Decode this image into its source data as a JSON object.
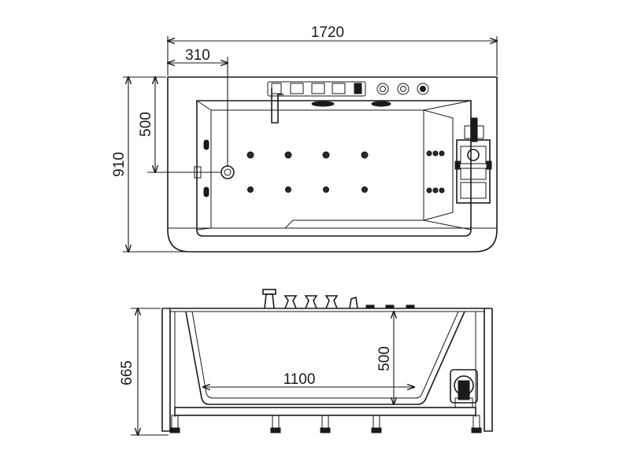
{
  "dimensions": {
    "overall_length": "1720",
    "drain_offset": "310",
    "drain_to_edge": "500",
    "overall_width": "910",
    "overall_height": "665",
    "inner_depth": "500",
    "inner_bottom_length": "1100"
  },
  "colors": {
    "line": "#1a1a1a",
    "background": "#ffffff"
  }
}
